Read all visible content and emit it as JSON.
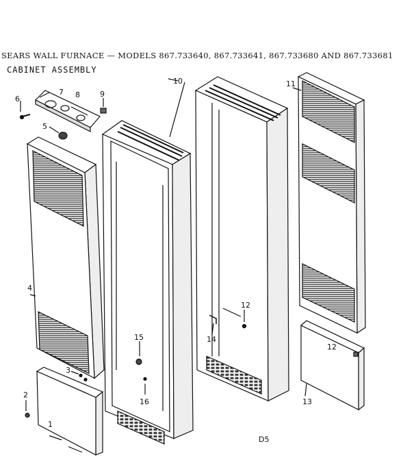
{
  "title": "SEARS WALL FURNACE  — MODELS 867.733640, 867.733641, 867.733680 AND 867.733681",
  "subtitle": "CABINET ASSEMBLY",
  "diagram_code": "D5",
  "callouts": [
    "1",
    "2",
    "3",
    "4",
    "5",
    "6",
    "7",
    "8",
    "9",
    "10",
    "11",
    "12",
    "12",
    "13",
    "14",
    "15",
    "16"
  ]
}
